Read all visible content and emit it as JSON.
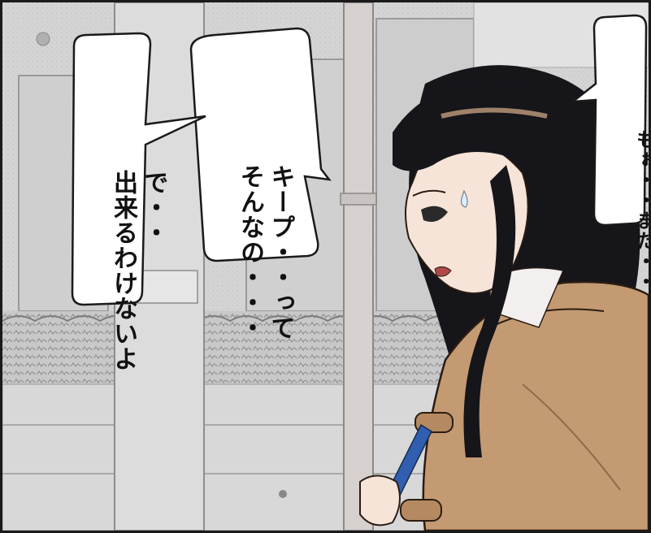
{
  "panel": {
    "bubbles": [
      {
        "lines": [
          "キープ・・って",
          "そんなの・・・"
        ]
      },
      {
        "lines": [
          "で・・",
          "出来るわけないよ"
        ]
      },
      {
        "lines": [
          "もぉ・・また・・"
        ]
      }
    ]
  },
  "colors": {
    "border": "#1a1a1a",
    "background_gray": "#d9d9d9",
    "coat_brown": "#c49a72",
    "hair_black": "#15151a",
    "skin": "#f6e4d8",
    "umbrella_blue": "#2f5fae"
  }
}
